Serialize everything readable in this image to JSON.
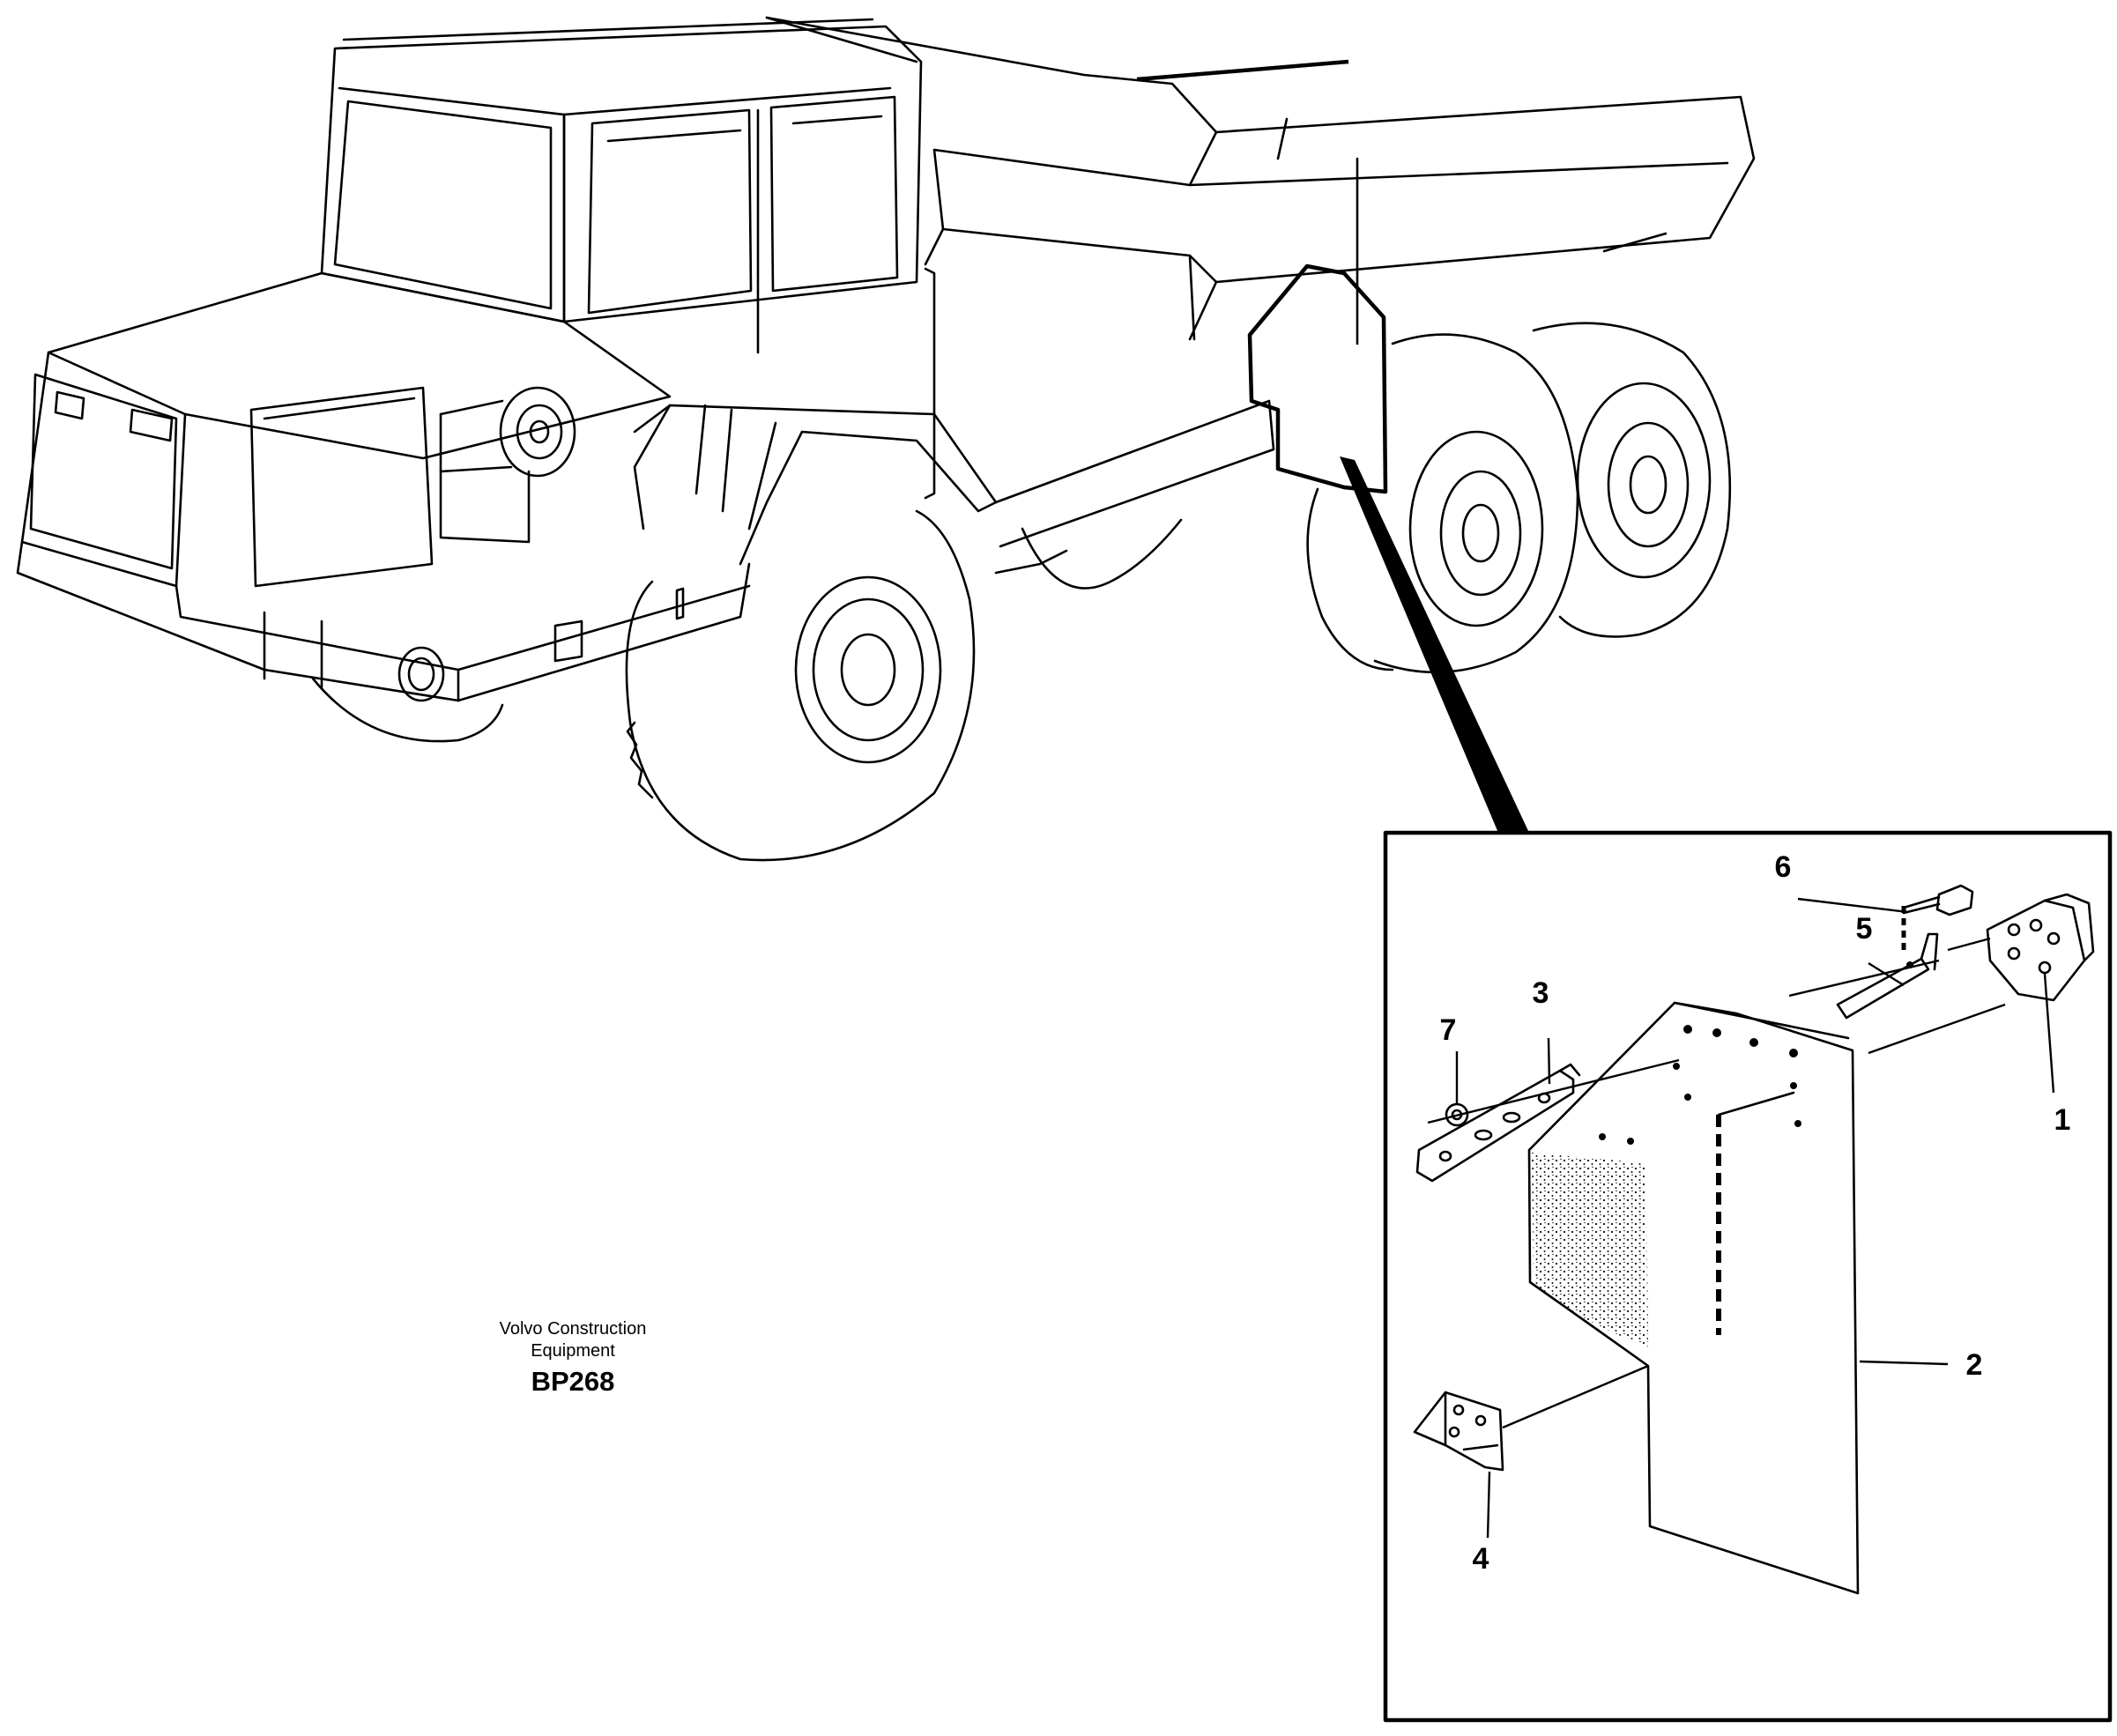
{
  "caption": {
    "company_line1": "Volvo Construction",
    "company_line2": "Equipment",
    "drawing_code": "BP268"
  },
  "callouts": [
    "1",
    "2",
    "3",
    "4",
    "5",
    "6",
    "7"
  ],
  "parts": [
    {
      "callout": "1",
      "icon": "mounting-bracket-icon"
    },
    {
      "callout": "2",
      "icon": "mudflap-icon"
    },
    {
      "callout": "3",
      "icon": "clamping-strip-icon"
    },
    {
      "callout": "4",
      "icon": "angle-bracket-icon"
    },
    {
      "callout": "5",
      "icon": "strap-icon"
    },
    {
      "callout": "6",
      "icon": "bolt-icon"
    },
    {
      "callout": "7",
      "icon": "nut-icon"
    }
  ],
  "colors": {
    "line": "#000000",
    "background": "#ffffff"
  }
}
